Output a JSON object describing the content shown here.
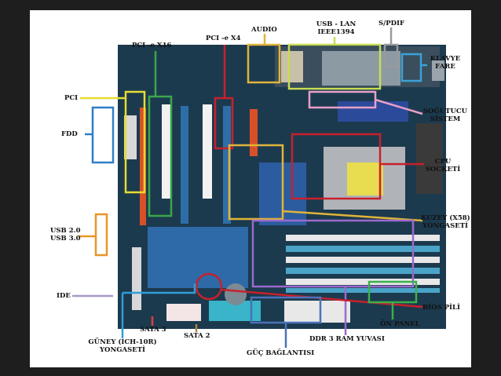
{
  "labels": {
    "audio": "AUDIO",
    "usb_lan": "USB - LAN",
    "ieee1394": "IEEE1394",
    "spdif": "S/PDIF",
    "klavye": "KLAVYE",
    "fare": "FARE",
    "pcie_x16": "PCI -e X16",
    "pcie_x4": "PCI -e X4",
    "pci": "PCI",
    "sogutucu_1": "SOĞUTUCU",
    "sogutucu_2": "SİSTEM",
    "fdd": "FDD",
    "cpu_1": "CPU",
    "cpu_2": "SOCKETİ",
    "usb20": "USB 2.0",
    "usb30": "USB 3.0",
    "kuzey_1": "KUZEY (X58)",
    "kuzey_2": "YONGASETİ",
    "ide": "IDE",
    "bios": "BİOS PİLİ",
    "sata3": "SATA 3",
    "on_panel": "ÖN PANEL",
    "guney_1": "GÜNEY (ICH-10R)",
    "guney_2": "YONGASETİ",
    "sata2": "SATA 2",
    "ddr3": "DDR 3 RAM YUVASI",
    "guc": "GÜÇ BAĞLANTISI"
  },
  "colors": {
    "background": "#1e1e1e",
    "panel": "#ffffff",
    "board": "#1c3a4e",
    "audio": "#e0b43a",
    "usb_lan": "#c8dc54",
    "spdif": "#9a9a9a",
    "klavye": "#3aa2d8",
    "pcie_x16": "#3aa64a",
    "pcie_x4": "#c8202c",
    "pci": "#e6dc32",
    "sogutucu": "#e8a0c8",
    "fdd": "#2e7ec8",
    "cpu": "#c8202c",
    "usb_front": "#e89628",
    "kuzey": "#e0b43a",
    "ide": "#a898c8",
    "bios": "#c8202c",
    "sata3": "#d84040",
    "on_panel": "#3ab04a",
    "guney": "#2e9ed8",
    "sata2": "#b08040",
    "ddr3": "#9a6acc",
    "guc": "#4a72b8"
  }
}
